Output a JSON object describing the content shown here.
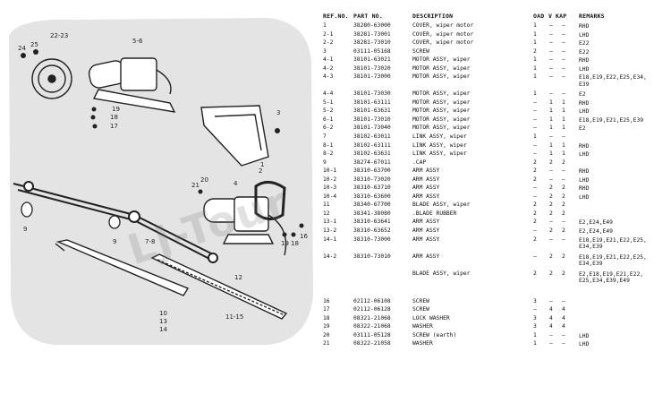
{
  "header": {
    "ref_no": "REF.NO.",
    "part_no": "PART NO.",
    "description": "DESCRIPTION",
    "qty_oad": "OAD",
    "qty_v": "V",
    "qty_kap": "KAP",
    "remarks": "REMARKS"
  },
  "rows": [
    {
      "ref": "1",
      "part": "38280-63000",
      "desc": "COVER, wiper motor",
      "oad": "1",
      "v": "–",
      "kap": "–",
      "remarks": "RHD"
    },
    {
      "ref": "2-1",
      "part": "38281-73001",
      "desc": "COVER, wiper motor",
      "oad": "1",
      "v": "–",
      "kap": "–",
      "remarks": "LHD"
    },
    {
      "ref": "2-2",
      "part": "38281-73010",
      "desc": "COVER, wiper motor",
      "oad": "1",
      "v": "–",
      "kap": "–",
      "remarks": "E22"
    },
    {
      "ref": "3",
      "part": "03111-05168",
      "desc": "SCREW",
      "oad": "2",
      "v": "–",
      "kap": "–",
      "remarks": "E22"
    },
    {
      "ref": "4-1",
      "part": "38101-63021",
      "desc": "MOTOR ASSY, wiper",
      "oad": "1",
      "v": "–",
      "kap": "–",
      "remarks": "RHD"
    },
    {
      "ref": "4-2",
      "part": "38101-73020",
      "desc": "MOTOR ASSY, wiper",
      "oad": "1",
      "v": "–",
      "kap": "–",
      "remarks": "LHD"
    },
    {
      "ref": "4-3",
      "part": "38101-73000",
      "desc": "MOTOR ASSY, wiper",
      "oad": "1",
      "v": "–",
      "kap": "–",
      "remarks": "E18,E19,E22,E25,E34, E39",
      "lines": 2
    },
    {
      "ref": "4-4",
      "part": "38101-73030",
      "desc": "MOTOR ASSY, wiper",
      "oad": "1",
      "v": "–",
      "kap": "–",
      "remarks": "E2"
    },
    {
      "ref": "5-1",
      "part": "38101-63111",
      "desc": "MOTOR ASSY, wiper",
      "oad": "–",
      "v": "1",
      "kap": "1",
      "remarks": "RHD"
    },
    {
      "ref": "5-2",
      "part": "38101-63631",
      "desc": "MOTOR ASSY, wiper",
      "oad": "–",
      "v": "1",
      "kap": "1",
      "remarks": "LHD"
    },
    {
      "ref": "6-1",
      "part": "38101-73010",
      "desc": "MOTOR ASSY, wiper",
      "oad": "–",
      "v": "1",
      "kap": "1",
      "remarks": "E18,E19,E21,E25,E39"
    },
    {
      "ref": "6-2",
      "part": "38101-73040",
      "desc": "MOTOR ASSY, wiper",
      "oad": "–",
      "v": "1",
      "kap": "1",
      "remarks": "E2"
    },
    {
      "ref": "7",
      "part": "38102-63011",
      "desc": "LINK ASSY, wiper",
      "oad": "1",
      "v": "–",
      "kap": "–",
      "remarks": ""
    },
    {
      "ref": "8-1",
      "part": "38102-63111",
      "desc": "LINK ASSY, wiper",
      "oad": "–",
      "v": "1",
      "kap": "1",
      "remarks": "RHD"
    },
    {
      "ref": "8-2",
      "part": "38102-63631",
      "desc": "LINK ASSY, wiper",
      "oad": "–",
      "v": "1",
      "kap": "1",
      "remarks": "LHD"
    },
    {
      "ref": "9",
      "part": "38274-67011",
      "desc": ".CAP",
      "oad": "2",
      "v": "2",
      "kap": "2",
      "remarks": ""
    },
    {
      "ref": "10-1",
      "part": "38310-63700",
      "desc": "ARM ASSY",
      "oad": "2",
      "v": "–",
      "kap": "–",
      "remarks": "RHD"
    },
    {
      "ref": "10-2",
      "part": "38310-73020",
      "desc": "ARM ASSY",
      "oad": "2",
      "v": "–",
      "kap": "–",
      "remarks": "LHD"
    },
    {
      "ref": "10-3",
      "part": "38310-63710",
      "desc": "ARM ASSY",
      "oad": "–",
      "v": "2",
      "kap": "2",
      "remarks": "RHD"
    },
    {
      "ref": "10-4",
      "part": "38310-63600",
      "desc": "ARM ASSY",
      "oad": "–",
      "v": "2",
      "kap": "2",
      "remarks": "LHD"
    },
    {
      "ref": "11",
      "part": "38340-67700",
      "desc": "BLADE ASSY, wiper",
      "oad": "2",
      "v": "2",
      "kap": "2",
      "remarks": ""
    },
    {
      "ref": "12",
      "part": "38341-38080",
      "desc": ".BLADE RUBBER",
      "oad": "2",
      "v": "2",
      "kap": "2",
      "remarks": ""
    },
    {
      "ref": "13-1",
      "part": "38310-63641",
      "desc": "ARM ASSY",
      "oad": "2",
      "v": "–",
      "kap": "–",
      "remarks": "E2,E24,E49"
    },
    {
      "ref": "13-2",
      "part": "38310-63652",
      "desc": "ARM ASSY",
      "oad": "–",
      "v": "2",
      "kap": "2",
      "remarks": "E2,E24,E49"
    },
    {
      "ref": "14-1",
      "part": "38310-73000",
      "desc": "ARM ASSY",
      "oad": "2",
      "v": "–",
      "kap": "–",
      "remarks": "E18,E19,E21,E22,E25, E34,E39",
      "lines": 2
    },
    {
      "ref": "14-2",
      "part": "38310-73010",
      "desc": "ARM ASSY",
      "oad": "–",
      "v": "2",
      "kap": "2",
      "remarks": "E18,E19,E21,E22,E25, E34,E39",
      "lines": 2
    },
    {
      "ref": "",
      "part": "",
      "desc": "BLADE ASSY, wiper",
      "oad": "2",
      "v": "2",
      "kap": "2",
      "remarks": "E2,E18,E19,E21,E22, E25,E34,E39,E49",
      "lines": 2
    },
    {
      "ref": "",
      "part": "",
      "desc": "",
      "oad": "",
      "v": "",
      "kap": "",
      "remarks": "",
      "gap": true
    },
    {
      "ref": "16",
      "part": "02112-06108",
      "desc": "SCREW",
      "oad": "3",
      "v": "–",
      "kap": "–",
      "remarks": ""
    },
    {
      "ref": "17",
      "part": "02112-06128",
      "desc": "SCREW",
      "oad": "–",
      "v": "4",
      "kap": "4",
      "remarks": ""
    },
    {
      "ref": "18",
      "part": "08321-21068",
      "desc": "LOCK WASHER",
      "oad": "3",
      "v": "4",
      "kap": "4",
      "remarks": ""
    },
    {
      "ref": "19",
      "part": "08322-21068",
      "desc": "WASHER",
      "oad": "3",
      "v": "4",
      "kap": "4",
      "remarks": ""
    },
    {
      "ref": "20",
      "part": "03111-05128",
      "desc": "SCREW (earth)",
      "oad": "1",
      "v": "–",
      "kap": "–",
      "remarks": "LHD"
    },
    {
      "ref": "21",
      "part": "08322-21058",
      "desc": "WASHER",
      "oad": "1",
      "v": "–",
      "kap": "–",
      "remarks": "LHD"
    }
  ],
  "diagram": {
    "callouts": [
      "25",
      "24",
      "22-23",
      "5-6",
      "19",
      "18",
      "17",
      "3",
      "2",
      "1",
      "20",
      "21",
      "4",
      "19",
      "18",
      "16",
      "7-8",
      "9",
      "9",
      "12",
      "10",
      "13",
      "14",
      "11-15"
    ],
    "watermark": "LJ-Tour"
  }
}
